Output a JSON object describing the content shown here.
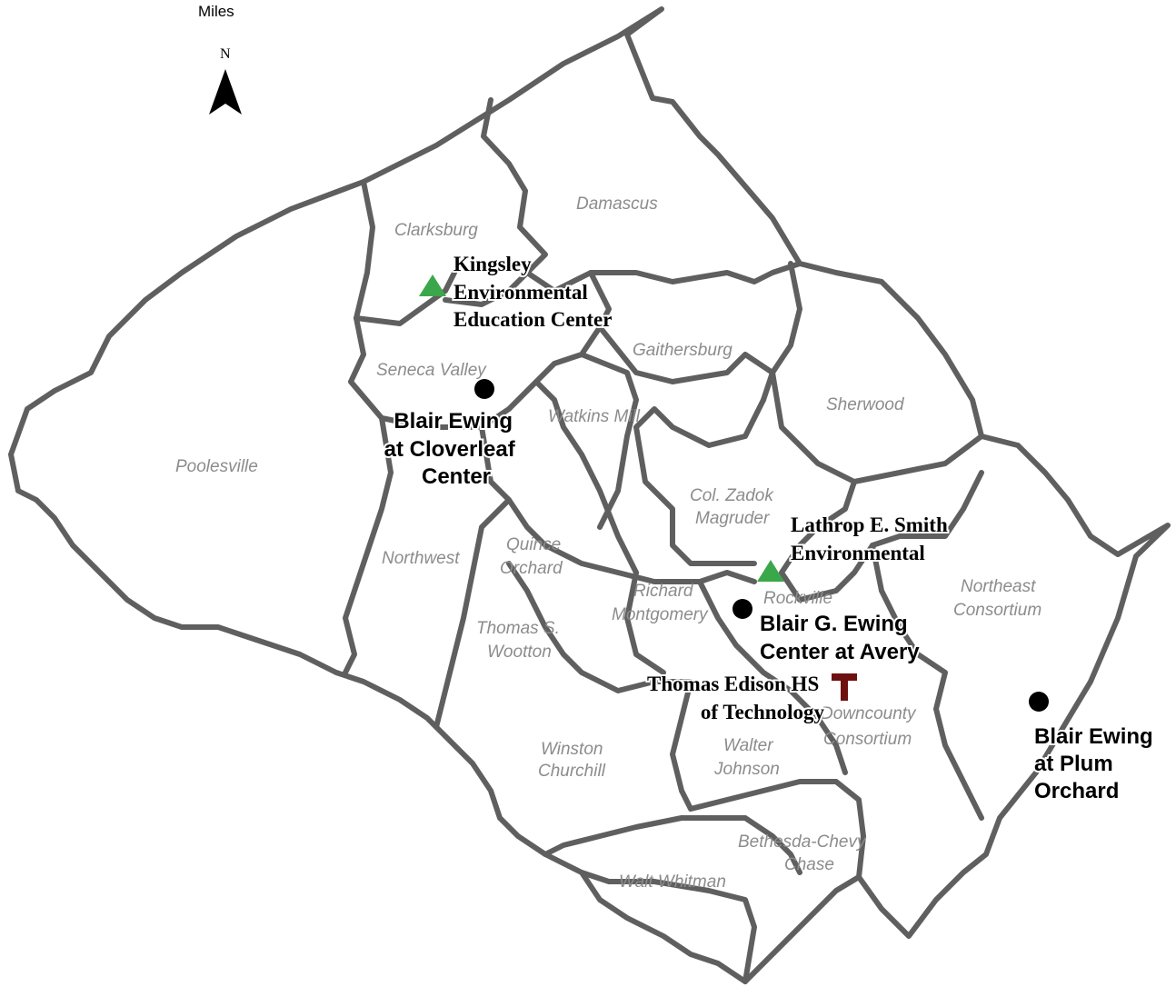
{
  "scale": {
    "unit_label": "Miles"
  },
  "north_arrow": {
    "label": "N",
    "icon": "north-arrow-icon"
  },
  "colors": {
    "boundary": "#5f5f5f",
    "cluster_label": "#8c8c8c",
    "environmental_center": "#3aa84a",
    "tech_high_school": "#6e1010",
    "ewing_center": "#000000"
  },
  "clusters": [
    "Damascus",
    "Clarksburg",
    "Gaithersburg",
    "Seneca Valley",
    "Watkins Mill",
    "Sherwood",
    "Poolesville",
    "Col. Zadok",
    "Magruder",
    "Quince",
    "Orchard",
    "Northwest",
    "Northeast",
    "Consortium",
    "Rockville",
    "Richard",
    "Montgomery",
    "Thomas S.",
    "Wootton",
    "Downcounty",
    "Consortium",
    "Walter",
    "Johnson",
    "Winston",
    "Churchill",
    "Bethesda-Chevy",
    "Chase",
    "Walt Whitman"
  ],
  "sites": {
    "kingsley": {
      "type": "environmental-center",
      "lines": [
        "Kingsley",
        "Environmental",
        "Education Center"
      ]
    },
    "lathrop": {
      "type": "environmental-center",
      "lines": [
        "Lathrop E. Smith",
        "Environmental"
      ]
    },
    "cloverleaf": {
      "type": "ewing-center",
      "lines": [
        "Blair Ewing",
        "at Cloverleaf",
        "Center"
      ]
    },
    "avery": {
      "type": "ewing-center",
      "lines": [
        "Blair G. Ewing",
        "Center at Avery"
      ]
    },
    "plum": {
      "type": "ewing-center",
      "lines": [
        "Blair Ewing",
        "at Plum",
        "Orchard"
      ]
    },
    "edison": {
      "type": "technology-high-school",
      "lines": [
        "Thomas Edison HS",
        "of Technology"
      ]
    }
  }
}
